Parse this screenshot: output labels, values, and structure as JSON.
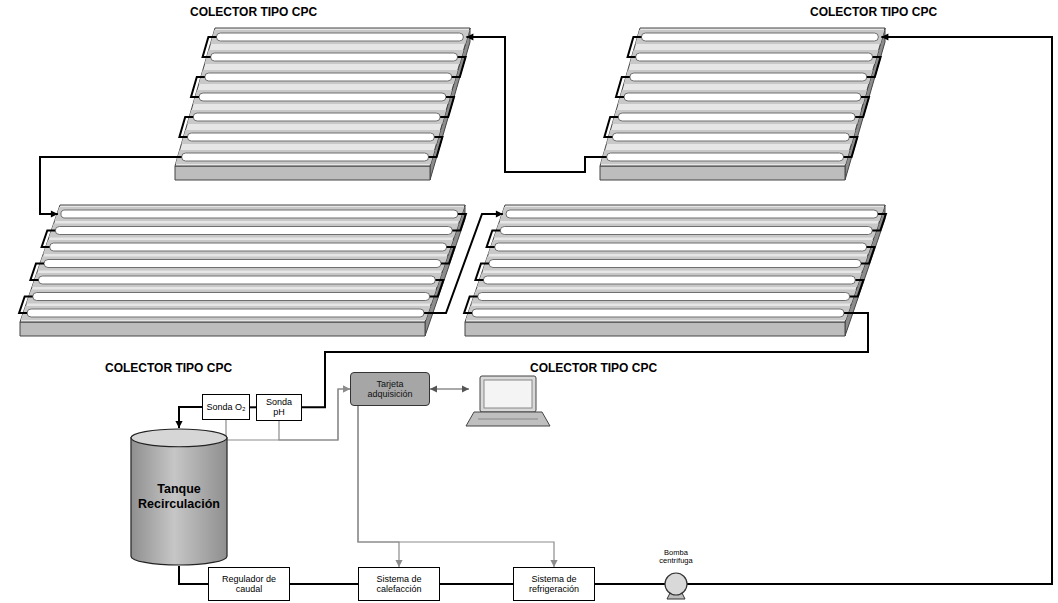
{
  "diagram": {
    "nodes": [
      {
        "text": [
          "Sonda O₂"
        ]
      },
      {
        "text": [
          "Sonda pH"
        ]
      },
      {
        "text": [
          "Tarjeta adquisición"
        ]
      },
      {
        "text": [
          "Tanque Recirculación"
        ]
      },
      {
        "text": [
          "Regulador de caudal"
        ]
      },
      {
        "text": [
          "Sistema de calefacción"
        ]
      },
      {
        "text": [
          "Sistema de refrigeración"
        ]
      },
      {
        "text": [
          "Bomba centrífuga"
        ]
      }
    ],
    "edges": [
      {
        "from": 1,
        "to": 0,
        "arrow": "none"
      },
      {
        "from": 0,
        "to": 3,
        "arrow": "to"
      },
      {
        "from": 0,
        "to": 2,
        "arrow": "to"
      },
      {
        "from": 1,
        "to": 2,
        "arrow": "to"
      },
      {
        "from": 3,
        "to": 4,
        "arrow": "none"
      },
      {
        "from": 4,
        "to": 5,
        "arrow": "none"
      },
      {
        "from": 5,
        "to": 6,
        "arrow": "none"
      },
      {
        "from": 6,
        "to": 7,
        "arrow": "none"
      },
      {
        "from": 2,
        "to": 5,
        "arrow": "to"
      },
      {
        "from": 2,
        "to": 6,
        "arrow": "to"
      }
    ],
    "labels": [
      "COLECTOR TIPO CPC",
      "COLECTOR TIPO CPC",
      "COLECTOR TIPO CPC",
      "COLECTOR TIPO CPC"
    ]
  }
}
